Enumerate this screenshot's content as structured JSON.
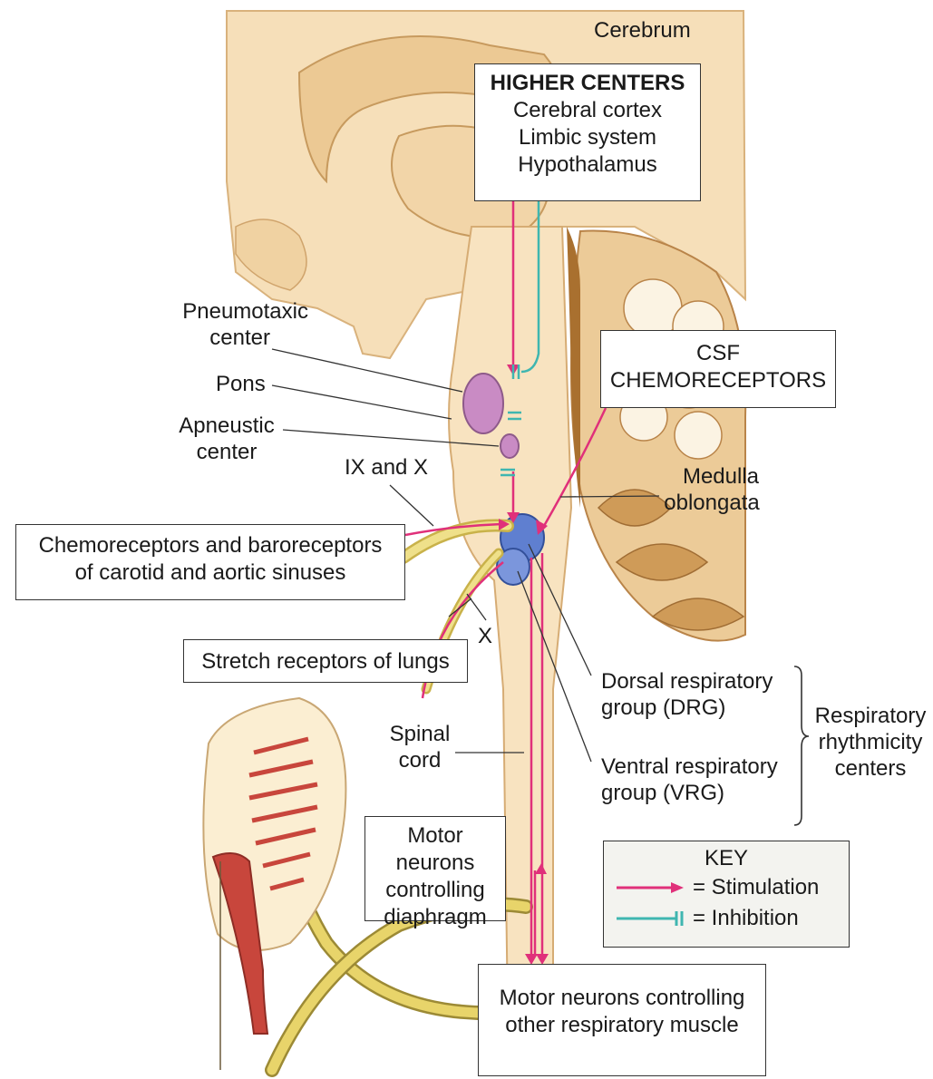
{
  "colors": {
    "stimulation": "#e0307a",
    "inhibition": "#3fb6b0",
    "brain_fill": "#f6e0bd",
    "brain_dark": "#e8c38f",
    "nerve_yellow": "#e8d46a",
    "center_purple": "#c98bc4",
    "center_blue": "#5f7fd0",
    "muscle_red": "#c8463c"
  },
  "labels": {
    "cerebrum": "Cerebrum",
    "pneumotaxic": [
      "Pneumotaxic",
      "center"
    ],
    "pons": "Pons",
    "apneustic": [
      "Apneustic",
      "center"
    ],
    "ix_and_x": "IX and X",
    "medulla": [
      "Medulla",
      "oblongata"
    ],
    "x": "X",
    "spinal_cord": [
      "Spinal",
      "cord"
    ],
    "drg": [
      "Dorsal respiratory",
      "group (DRG)"
    ],
    "vrg": [
      "Ventral respiratory",
      "group (VRG)"
    ],
    "rhythmicity": [
      "Respiratory",
      "rhythmicity",
      "centers"
    ]
  },
  "boxes": {
    "higher_centers": {
      "title": "HIGHER CENTERS",
      "items": [
        "Cerebral cortex",
        "Limbic system",
        "Hypothalamus"
      ]
    },
    "csf": [
      "CSF",
      "CHEMORECEPTORS"
    ],
    "chemo_baro": [
      "Chemoreceptors and baroreceptors",
      "of carotid and aortic sinuses"
    ],
    "stretch": "Stretch receptors of lungs",
    "motor_diaphragm": [
      "Motor neurons",
      "controlling",
      "diaphragm"
    ],
    "motor_other": [
      "Motor neurons controlling",
      "other respiratory muscle"
    ]
  },
  "key": {
    "title": "KEY",
    "stimulation": "= Stimulation",
    "inhibition": "= Inhibition"
  }
}
